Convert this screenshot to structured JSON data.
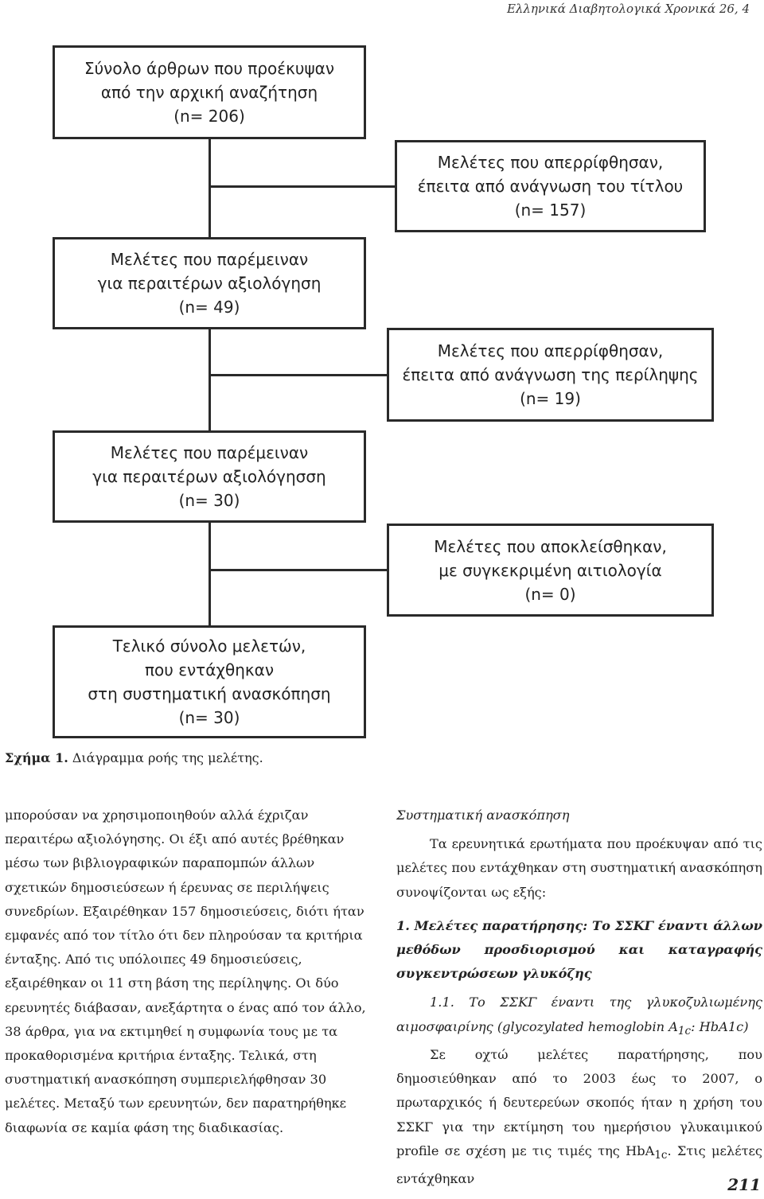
{
  "header": {
    "journal": "Ελληνικά Διαβητολογικά Χρονικά 26, 4"
  },
  "flow": {
    "b1": [
      "Σύνολο άρθρων που προέκυψαν",
      "από την αρχική αναζήτηση",
      "(n= 206)"
    ],
    "b2": [
      "Μελέτες που απερρίφθησαν,",
      "έπειτα από ανάγνωση του τίτλου",
      "(n= 157)"
    ],
    "b3": [
      "Μελέτες που παρέμειναν",
      "για περαιτέρων αξιολόγηση",
      "(n= 49)"
    ],
    "b4": [
      "Μελέτες που απερρίφθησαν,",
      "έπειτα από ανάγνωση της περίληψης",
      "(n= 19)"
    ],
    "b5": [
      "Μελέτες που παρέμειναν",
      "για περαιτέρων αξιολόγησση",
      "(n= 30)"
    ],
    "b6": [
      "Μελέτες που αποκλείσθηκαν,",
      "με συγκεκριμένη αιτιολογία",
      "(n= 0)"
    ],
    "b7": [
      "Τελικό σύνολο μελετών,",
      "που εντάχθηκαν",
      "στη συστηματική ανασκόπηση",
      "(n= 30)"
    ]
  },
  "caption": {
    "label": "Σχήμα 1.",
    "text": " Διάγραμμα ροής της μελέτης."
  },
  "left_col": {
    "text": "μπορούσαν να χρησιμοποιηθούν αλλά έχριζαν περαιτέρω αξιολόγησης. Οι έξι από αυτές βρέθηκαν μέσω των βιβλιογραφικών παραπομπών άλλων σχετικών δημοσιεύσεων ή έρευνας σε περιλήψεις συνεδρίων. Εξαιρέθηκαν 157 δημοσιεύσεις, διότι ήταν εμφανές από τον τίτλο ότι δεν πληρούσαν τα κριτήρια ένταξης. Από τις υπόλοιπες 49 δημοσιεύσεις, εξαιρέθηκαν οι 11 στη βάση της περίληψης. Οι δύο ερευνητές διάβασαν, ανεξάρτητα ο ένας από τον άλλο, 38 άρθρα, για να εκτιμηθεί η συμφωνία τους με τα προκαθορισμένα κριτήρια ένταξης. Τελικά, στη συστηματική ανασκόπηση συμπεριελήφθησαν 30 μελέτες. Μεταξύ των ερευνητών, δεν παρατηρήθηκε διαφωνία σε καμία φάση της διαδικασίας."
  },
  "right_col": {
    "heading": "Συστηματική ανασκόπηση",
    "intro": "Τα ερευνητικά ερωτήματα που προέκυψαν από τις μελέτες που εντάχθηκαν στη συστηματική ανασκόπηση συνοψίζονται ως εξής:",
    "section": "1. Μελέτες παρατήρησης: Το ΣΣΚΓ έναντι άλλων μεθόδων προσδιορισμού και καταγραφής συγκεντρώσεων γλυκόζης",
    "sub_a": "1.1. Το ΣΣΚΓ έναντι της γλυκοζυλιωμένης αιμοσφαιρίνης (glycozylated hemoglobin A",
    "sub_sub": "1c",
    "sub_b": ": HbA1c)",
    "para_a": "Σε οχτώ μελέτες παρατήρησης, που δημοσιεύθηκαν από το 2003 έως το 2007, ο πρωταρχικός ή δευτερεύων σκοπός ήταν η χρήση του ΣΣΚΓ για την εκτίμηση του ημερήσιου γλυκαιμικού profile σε σχέση με τις τιμές της HbA",
    "para_sub": "1c",
    "para_b": ". Στις μελέτες εντάχθηκαν"
  },
  "page_number": "211"
}
